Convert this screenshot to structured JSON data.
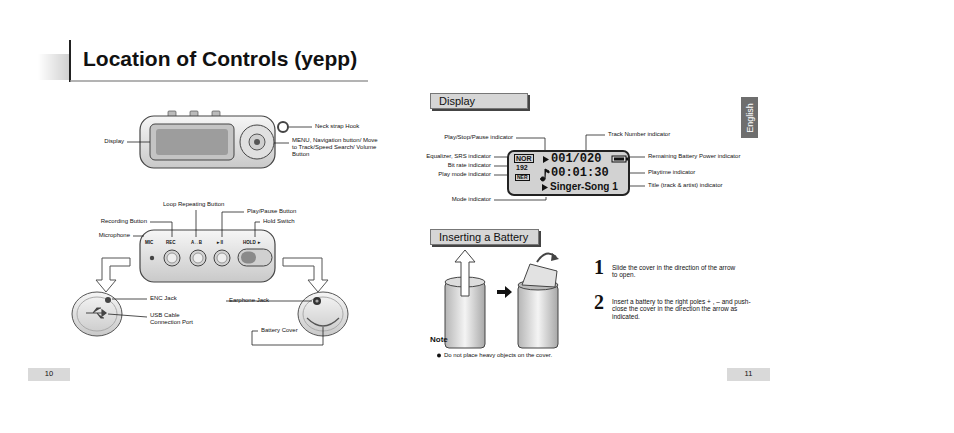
{
  "diagram": {
    "title": "Location of Controls (yepp)",
    "nodes": [
      {
        "text": [
          "10"
        ]
      },
      {
        "text": [
          "Display"
        ]
      },
      {
        "text": [
          "English"
        ]
      },
      {
        "text": [
          "NOR",
          "192",
          "NER",
          "001/020",
          "00:01:30",
          "Singer-Song 1"
        ]
      },
      {
        "text": [
          "Inserting a Battery"
        ]
      },
      {
        "text": [
          "11"
        ]
      }
    ],
    "labels": [
      "Display",
      "Neck strap Hook",
      "MENU, Navigation button/ Move to Track/Speed Search/ Volume Button",
      "Loop Repeating Button",
      "Play/Pause Button",
      "Recording Button",
      "Hold Switch",
      "Microphone",
      "MIC",
      "REC",
      "A↔B",
      "►II",
      "HOLD ►",
      "ENC Jack",
      "USB Cable Connection Port",
      "Earphone Jack",
      "Battery Cover",
      "Play/Stop/Pause indicator",
      "Track Number indicator",
      "Equalizer, SRS indicator",
      "Bit rate indicator",
      "Play mode indicator",
      "Remaining Battery Power indicator",
      "Playtime indicator",
      "Title (track & artist) indicator",
      "Mode indicator",
      "1",
      "Slide the cover in the direction of the arrow to open.",
      "2",
      "Insert a battery to the right poles + , – and push-close the cover in the direction the arrow as indicated.",
      "Note",
      "Do not place heavy objects on the cover."
    ]
  }
}
